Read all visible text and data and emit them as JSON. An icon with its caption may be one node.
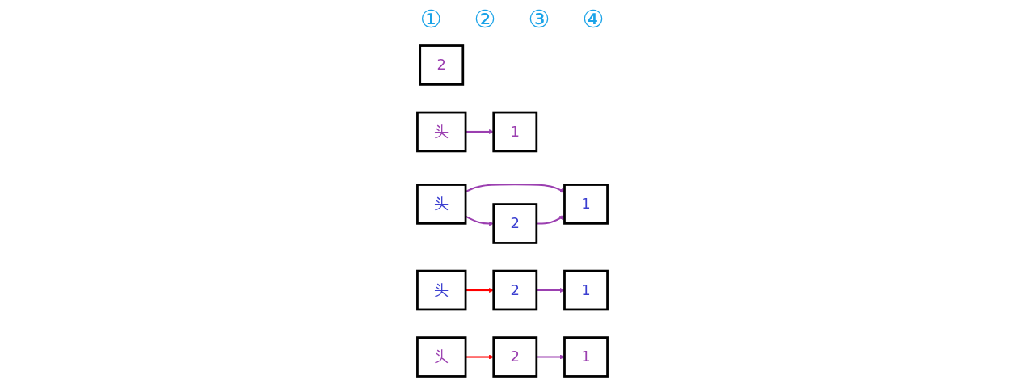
{
  "diagram": {
    "nodes": [
      {
        "text": [
          "2"
        ]
      },
      {
        "text": [
          "头"
        ]
      },
      {
        "text": [
          "1"
        ]
      },
      {
        "text": [
          "2"
        ]
      },
      {
        "text": [
          "头"
        ]
      },
      {
        "text": [
          "1"
        ]
      },
      {
        "text": [
          "2"
        ]
      },
      {
        "text": [
          "头"
        ]
      },
      {
        "text": [
          "1"
        ]
      },
      {
        "text": [
          "头"
        ]
      },
      {
        "text": [
          "2"
        ]
      },
      {
        "text": [
          "1"
        ]
      }
    ],
    "edges": [
      {
        "from": 1,
        "to": 2,
        "arrow": "to"
      },
      {
        "from": 4,
        "to": 5,
        "arrow": "to"
      },
      {
        "from": 4,
        "to": 3,
        "arrow": "to"
      },
      {
        "from": 3,
        "to": 5,
        "arrow": "to"
      },
      {
        "from": 7,
        "to": 6,
        "arrow": "to",
        "color": "#ff0000"
      },
      {
        "from": 6,
        "to": 8,
        "arrow": "to"
      },
      {
        "from": 9,
        "to": 10,
        "arrow": "to",
        "color": "#ff0000"
      },
      {
        "from": 10,
        "to": 11,
        "arrow": "to"
      }
    ],
    "labels": [
      "①",
      "②",
      "③",
      "④"
    ]
  }
}
